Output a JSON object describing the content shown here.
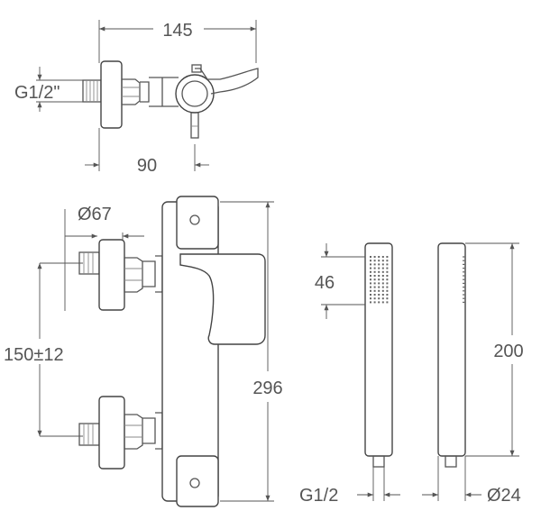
{
  "labels": {
    "top_width": "145",
    "top_thread": "G1/2\"",
    "top_offset": "90",
    "inlet_diameter": "Ø67",
    "inlet_spacing": "150±12",
    "body_height": "296",
    "shower_head_height": "46",
    "hand_shower_length": "200",
    "shower_thread": "G1/2",
    "shower_diameter": "Ø24"
  }
}
